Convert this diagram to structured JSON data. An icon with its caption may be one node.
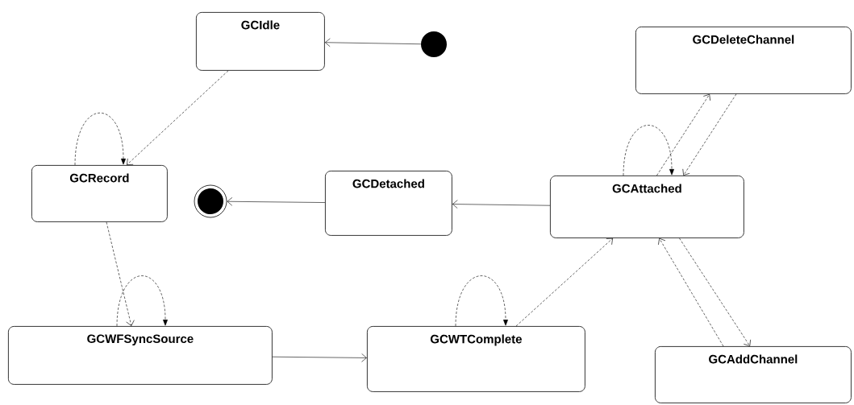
{
  "diagram": {
    "nodes": [
      {
        "text": [
          "GCIdle"
        ]
      },
      {
        "text": [],
        "shape": "circle"
      },
      {
        "text": [
          "GCDeleteChannel"
        ]
      },
      {
        "text": [
          "GCRecord"
        ]
      },
      {
        "text": [],
        "shape": "circle"
      },
      {
        "text": [
          "GCDetached"
        ]
      },
      {
        "text": [
          "GCAttached"
        ]
      },
      {
        "text": [
          "GCWFSyncSource"
        ]
      },
      {
        "text": [
          "GCWTComplete"
        ]
      },
      {
        "text": [
          "GCAddChannel"
        ]
      }
    ],
    "edges": [
      {
        "from": 1,
        "to": 0,
        "arrow": "to"
      },
      {
        "from": 0,
        "to": 3,
        "arrow": "to",
        "style": "dashed"
      },
      {
        "from": 3,
        "to": 3,
        "arrow": "to",
        "style": "dashed"
      },
      {
        "from": 6,
        "to": 5,
        "arrow": "to"
      },
      {
        "from": 5,
        "to": 4,
        "arrow": "to"
      },
      {
        "from": 3,
        "to": 7,
        "arrow": "to",
        "style": "dashed"
      },
      {
        "from": 7,
        "to": 7,
        "arrow": "to",
        "style": "dashed"
      },
      {
        "from": 7,
        "to": 8,
        "arrow": "to"
      },
      {
        "from": 8,
        "to": 8,
        "arrow": "to",
        "style": "dashed"
      },
      {
        "from": 8,
        "to": 6,
        "arrow": "to",
        "style": "dashed"
      },
      {
        "from": 6,
        "to": 2,
        "arrow": "to",
        "style": "dashed"
      },
      {
        "from": 2,
        "to": 6,
        "arrow": "to",
        "style": "dashed"
      },
      {
        "from": 6,
        "to": 6,
        "arrow": "to",
        "style": "dashed"
      },
      {
        "from": 6,
        "to": 9,
        "arrow": "to",
        "style": "dashed"
      },
      {
        "from": 9,
        "to": 6,
        "arrow": "to",
        "style": "dashed"
      }
    ]
  }
}
